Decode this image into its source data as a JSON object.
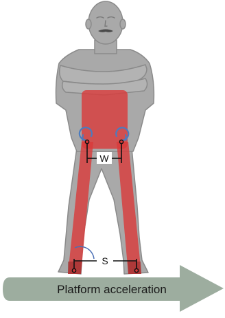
{
  "labels": {
    "hip_width": "W",
    "stance_width": "S",
    "platform": "Platform acceleration"
  },
  "colors": {
    "body": "#a9a9a9",
    "body_outline": "#8a8a8a",
    "model": "#d93a3a",
    "arrow": "#8c9f8e",
    "rotation_arrow": "#4a7cc0",
    "angle_arc": "#4a6fb5"
  }
}
